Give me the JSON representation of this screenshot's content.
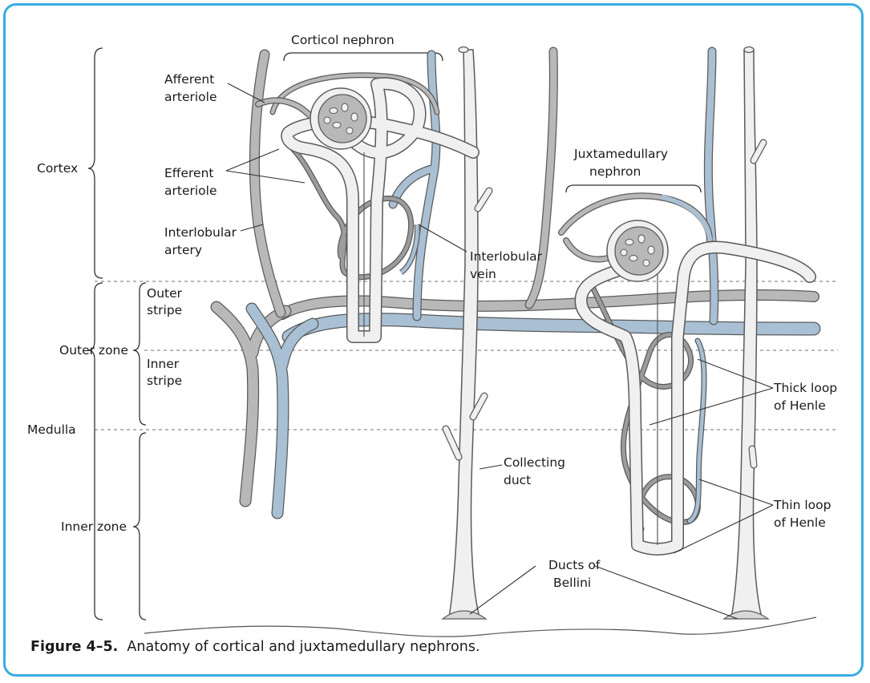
{
  "labels": {
    "cortex": "Cortex",
    "medulla": "Medulla",
    "outer_zone": "Outer zone",
    "inner_zone": "Inner zone",
    "outer_stripe": [
      "Outer",
      "stripe"
    ],
    "inner_stripe": [
      "Inner",
      "stripe"
    ],
    "cortical_nephron": "Corticol nephron",
    "juxtamedullary_nephron": [
      "Juxtamedullary",
      "nephron"
    ],
    "afferent_arteriole": [
      "Afferent",
      "arteriole"
    ],
    "efferent_arteriole": [
      "Efferent",
      "arteriole"
    ],
    "interlobular_artery": [
      "Interlobular",
      "artery"
    ],
    "interlobular_vein": [
      "Interlobular",
      "vein"
    ],
    "thick_loop": [
      "Thick loop",
      "of Henle"
    ],
    "thin_loop": [
      "Thin loop",
      "of Henle"
    ],
    "collecting_duct": [
      "Collecting",
      "duct"
    ],
    "ducts_of_bellini": [
      "Ducts of",
      "Bellini"
    ]
  },
  "caption": {
    "number": "Figure 4–5.",
    "text": "Anatomy of cortical and juxtamedullary nephrons."
  },
  "colors": {
    "frame": "#39ace2",
    "artery": "#b8b8b8",
    "vein": "#a9c0d4",
    "tubule": "#f0f0f0",
    "outline": "#5a5a5a"
  }
}
